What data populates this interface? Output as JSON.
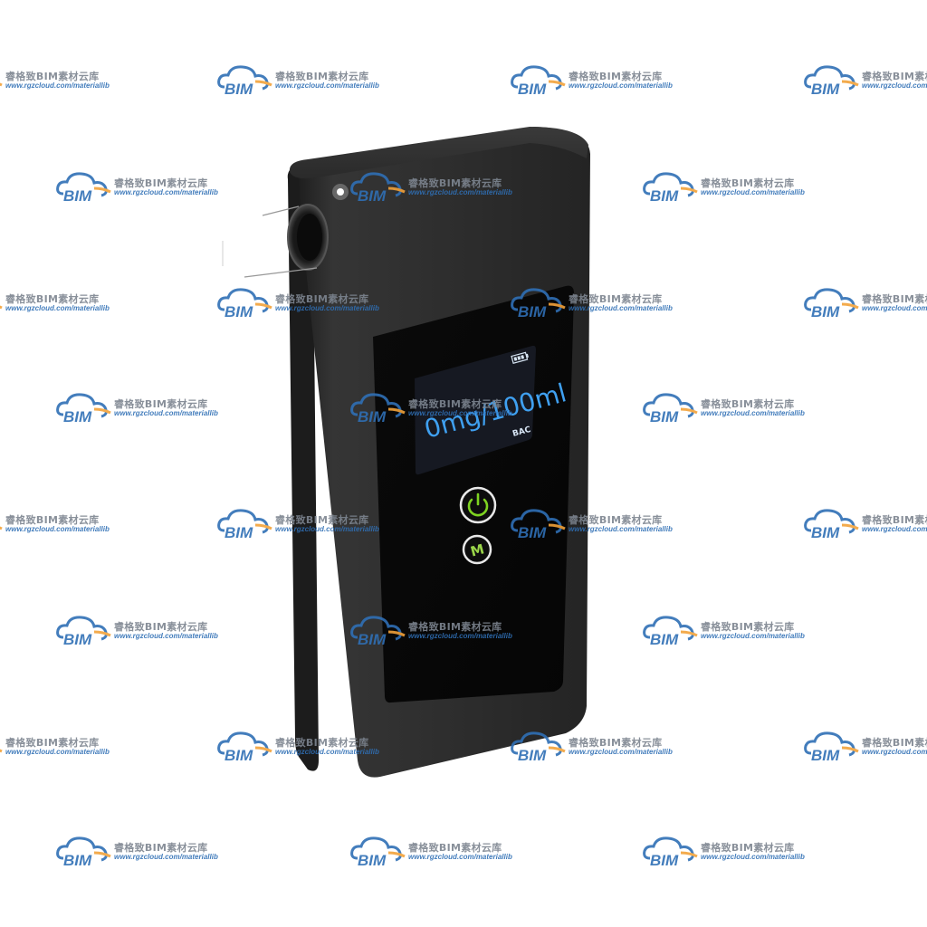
{
  "device": {
    "name": "breathalyzer",
    "body_color": "#2e2e2e",
    "screen": {
      "reading": "0mg/100ml",
      "unit_label": "BAC",
      "reading_color": "#3fa0f0",
      "battery_icon": "battery-icon"
    },
    "buttons": {
      "power_icon": "power-icon",
      "power_color": "#7ed321",
      "mode_label": "M",
      "mode_color": "#9bd64a",
      "ring_color": "#e8e8e8"
    }
  },
  "watermark": {
    "brand": "睿格致BIM素材云库",
    "url": "www.rgzcloud.com/materiallib",
    "logo_text": "BIM",
    "logo_color": "#2f6fb5",
    "accent_color": "#f2a23a"
  }
}
